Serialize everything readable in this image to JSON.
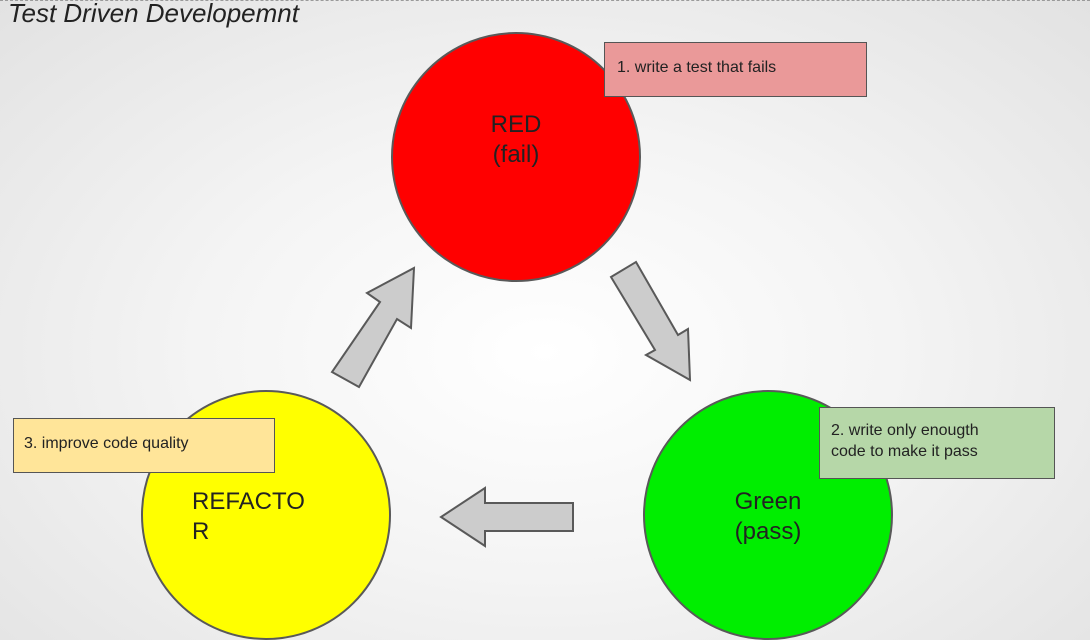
{
  "title": "Test Driven Developemnt",
  "nodes": {
    "red": {
      "line1": "RED",
      "line2": "(fail)",
      "color": "#ff0000"
    },
    "green": {
      "line1": "Green",
      "line2": "(pass)",
      "color": "#00ee00"
    },
    "refactor": {
      "line1": "REFACTO",
      "line2": "R",
      "color": "#ffff00"
    }
  },
  "notes": {
    "step1": {
      "text": "1. write a test that fails",
      "color": "#ea9999"
    },
    "step2": {
      "line1": "2. write only enougth",
      "line2": "code to make it pass",
      "color": "#b6d7a8"
    },
    "step3": {
      "text": "3. improve code quality",
      "color": "#ffe599"
    }
  },
  "colors": {
    "arrow_fill": "#cccccc",
    "arrow_stroke": "#595959",
    "circle_stroke": "#595959"
  }
}
